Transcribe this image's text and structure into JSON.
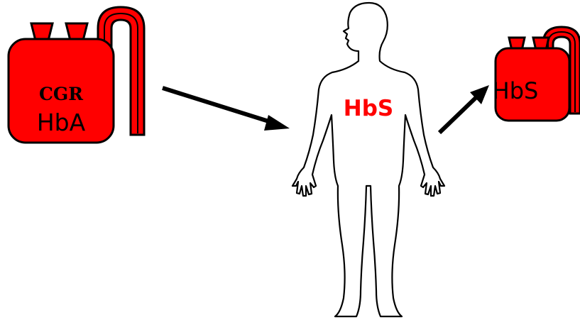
{
  "donor_bag": {
    "line1": "CGR",
    "line2": "HbA"
  },
  "body_label": "HbS",
  "output_bag": {
    "label": "HbS"
  },
  "colors": {
    "bag_fill": "#ff0000",
    "stroke": "#000000",
    "label_on_body": "#ff0000",
    "tube": "#ff0000"
  }
}
